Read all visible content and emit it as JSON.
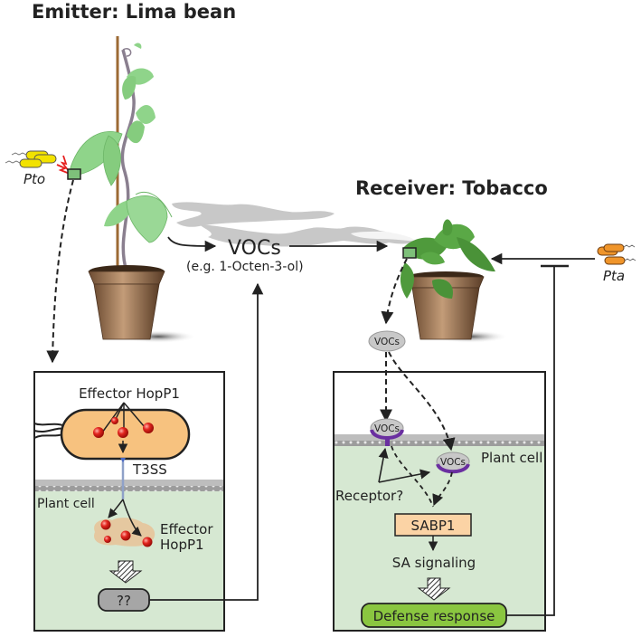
{
  "titles": {
    "emitter": "Emitter: Lima bean",
    "receiver": "Receiver: Tobacco"
  },
  "pathogens": {
    "left": "Pto",
    "right": "Pta"
  },
  "vocs": {
    "main_label": "VOCs",
    "example": "(e.g. 1-Octen-3-ol)",
    "bubble": "VOCs"
  },
  "left_panel": {
    "effector_top": "Effector HopP1",
    "secretion": "T3SS",
    "compartment": "Plant cell",
    "effector_bottom_line1": "Effector",
    "effector_bottom_line2": "HopP1",
    "unknown_box": "??"
  },
  "right_panel": {
    "voc_receptor_1": "VOCs",
    "voc_receptor_2": "VOCs",
    "compartment": "Plant cell",
    "receptor": "Receptor?",
    "sabp": "SABP1",
    "signaling": "SA signaling",
    "response": "Defense response"
  },
  "colors": {
    "cytoplasm": "#d6e8d2",
    "membrane": "#bdbdbd",
    "bacterium_left": "#f7c27f",
    "bacterium_pto": "#f2e200",
    "bacterium_pta": "#f0952a",
    "effector": "#e3261f",
    "receptor": "#6a2fa0",
    "sabp_box": "#fbd3a5",
    "defense_box": "#8ac640",
    "unknown_box": "#a6a6a6",
    "voc_cloud": "#c8c8c8"
  }
}
